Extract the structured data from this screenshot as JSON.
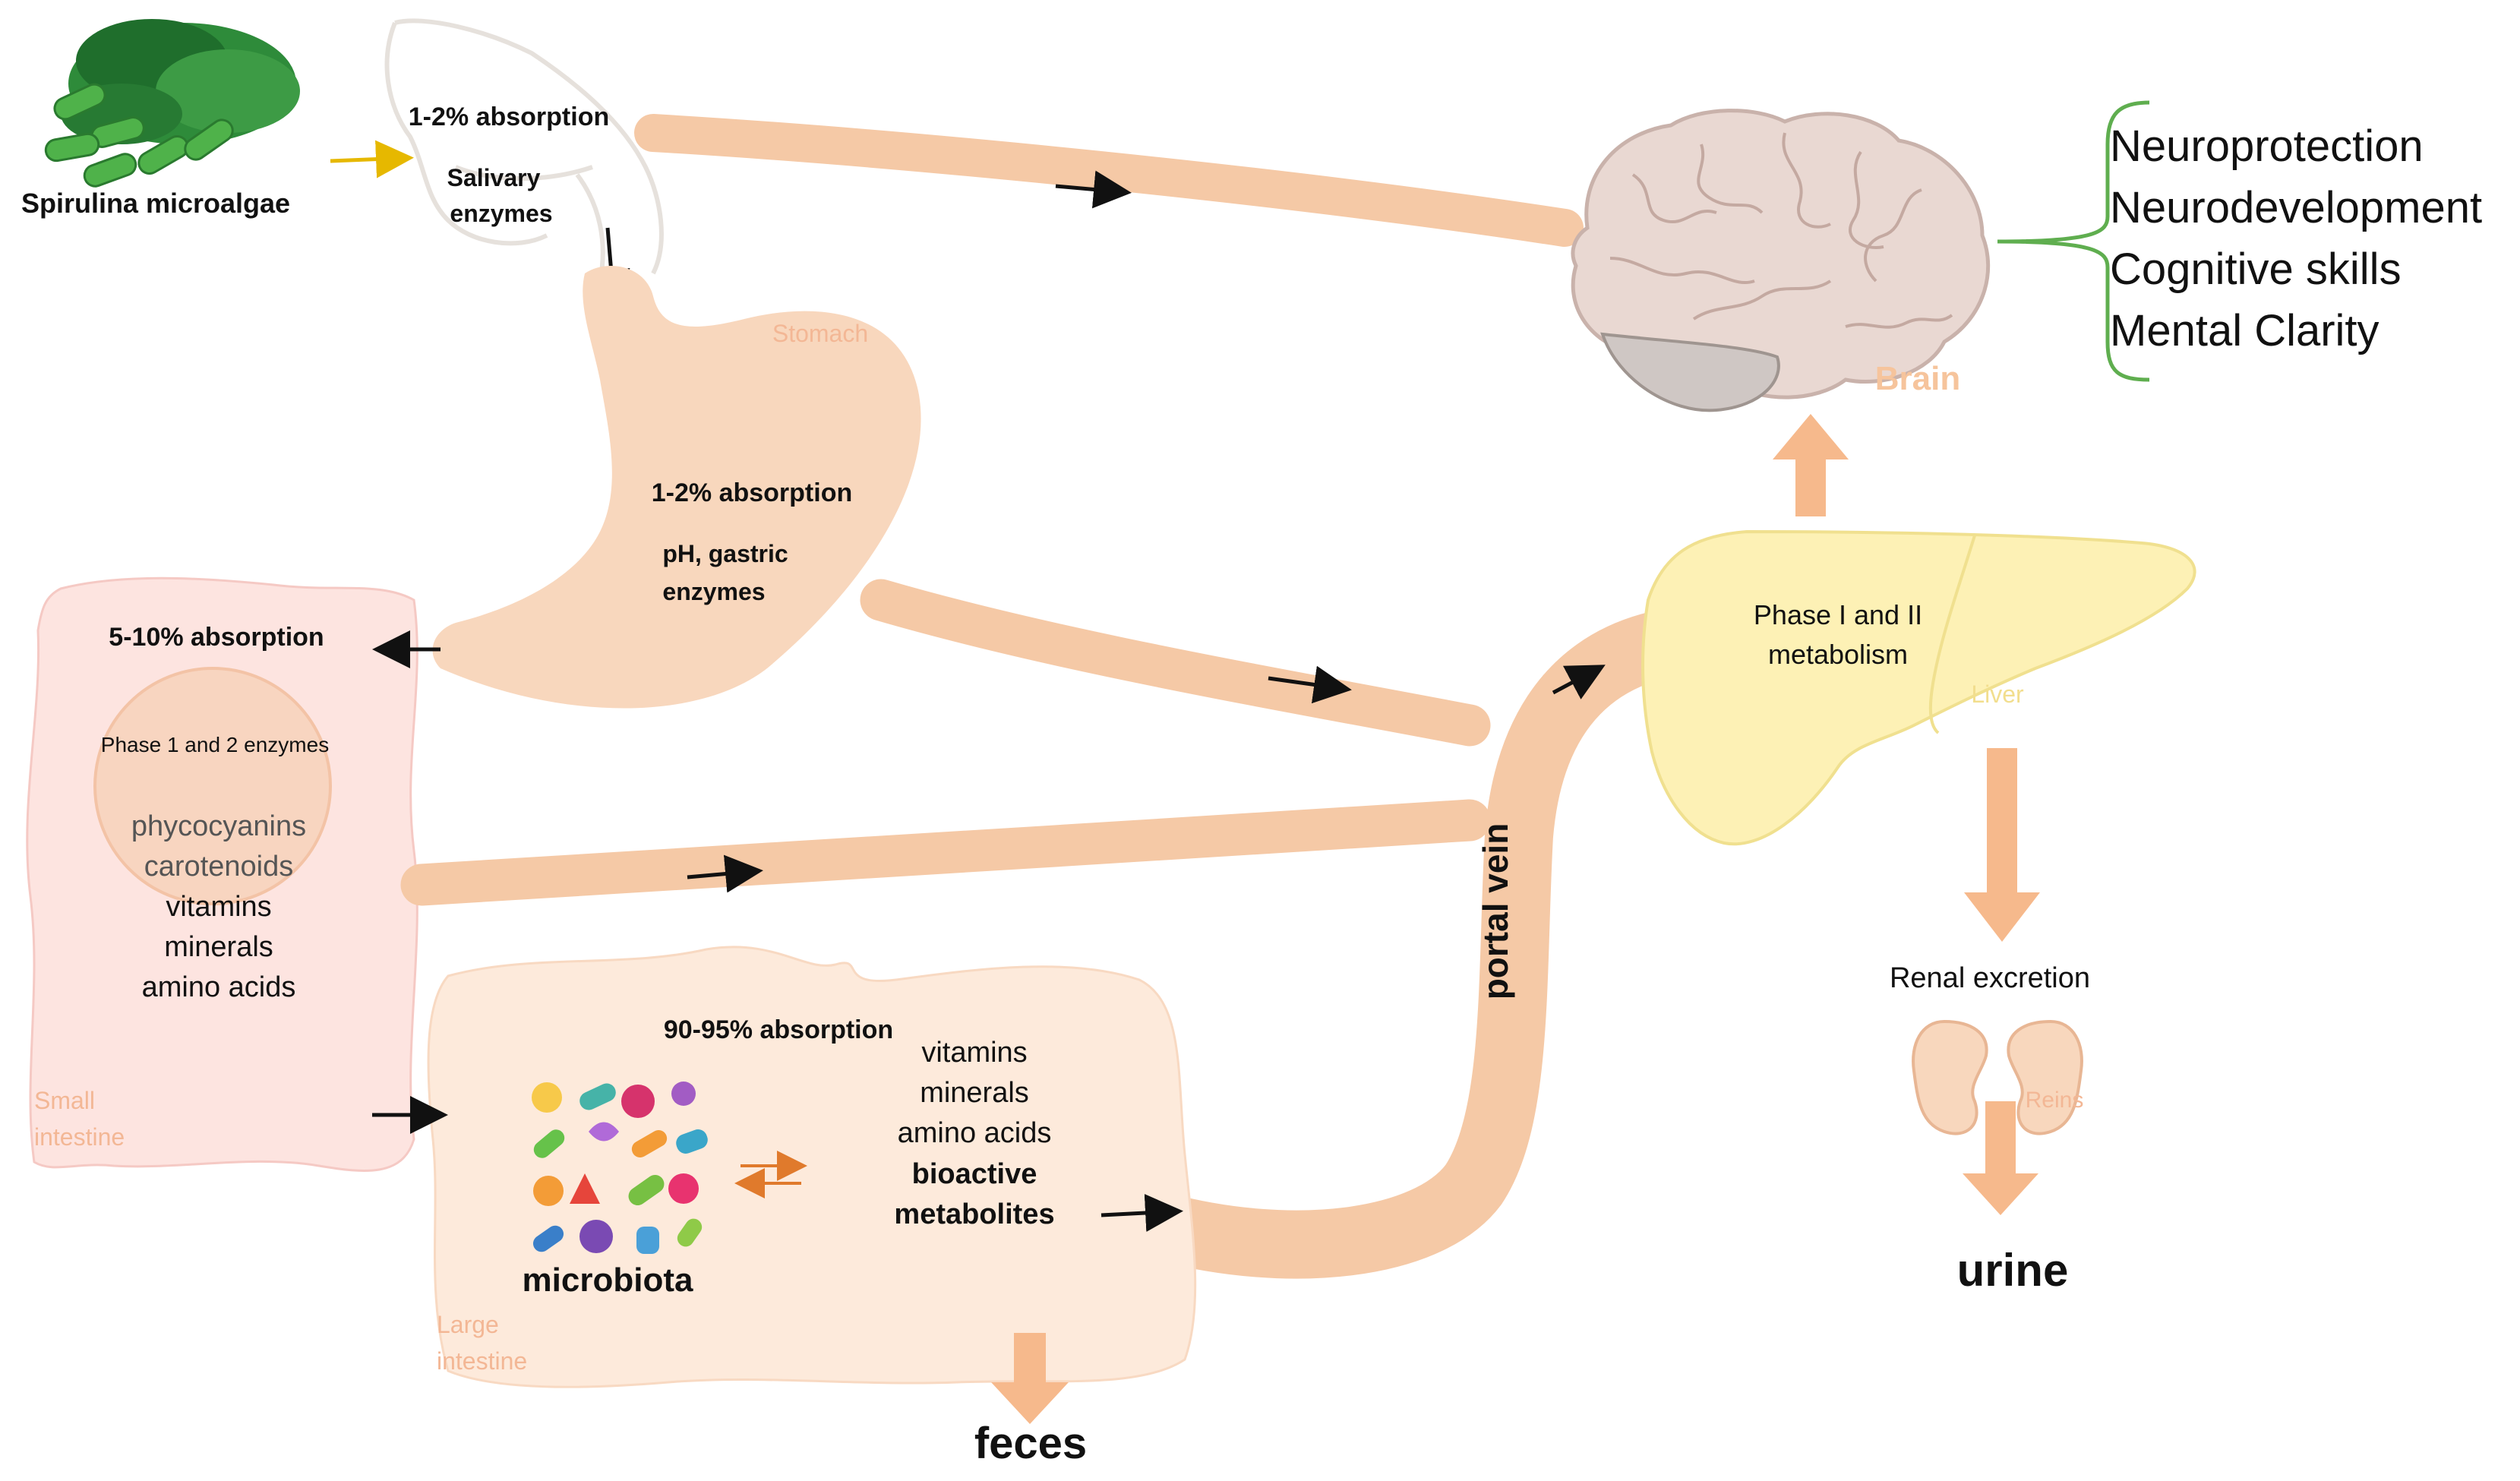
{
  "source": {
    "label": "Spirulina microalgae"
  },
  "mouth": {
    "absorption": "1-2% absorption",
    "enzymes_line1": "Salivary",
    "enzymes_line2": "enzymes"
  },
  "stomach": {
    "name": "Stomach",
    "absorption": "1-2% absorption",
    "factors_line1": "pH, gastric",
    "factors_line2": "enzymes"
  },
  "small_intestine": {
    "name_line1": "Small",
    "name_line2": "intestine",
    "absorption": "5-10% absorption",
    "enzymes": "Phase 1 and 2 enzymes",
    "compounds": [
      "phycocyanins",
      "carotenoids",
      "vitamins",
      "minerals",
      "amino acids"
    ]
  },
  "large_intestine": {
    "name_line1": "Large",
    "name_line2": "intestine",
    "absorption": "90-95% absorption",
    "microbiota": "microbiota",
    "compounds": [
      "vitamins",
      "minerals",
      "amino acids",
      "bioactive",
      "metabolites"
    ]
  },
  "portal_vein": "portal vein",
  "liver": {
    "name": "Liver",
    "metabolism_line1": "Phase I and II",
    "metabolism_line2": "metabolism"
  },
  "brain": {
    "name": "Brain",
    "effects": [
      "Neuroprotection",
      "Neurodevelopment",
      "Cognitive skills",
      "Mental Clarity"
    ]
  },
  "kidney": {
    "name": "Reins",
    "excretion": "Renal excretion"
  },
  "outputs": {
    "feces": "feces",
    "urine": "urine"
  },
  "colors": {
    "tube": "#f5c9a6",
    "stomach": "#f8d7bd",
    "small_intestine": "#fde4e0",
    "large_intestine": "#fdeadb",
    "liver": "#fdf1b5",
    "brain": "#e9d8d2",
    "arrow_orange": "#f6b98c",
    "bracket": "#5fae4f",
    "spirulina": "#2e8b3a"
  },
  "icons": [
    "spirulina-powder-capsules-icon",
    "head-profile-icon",
    "microbe-icon",
    "kidney-icon",
    "brain-icon"
  ]
}
